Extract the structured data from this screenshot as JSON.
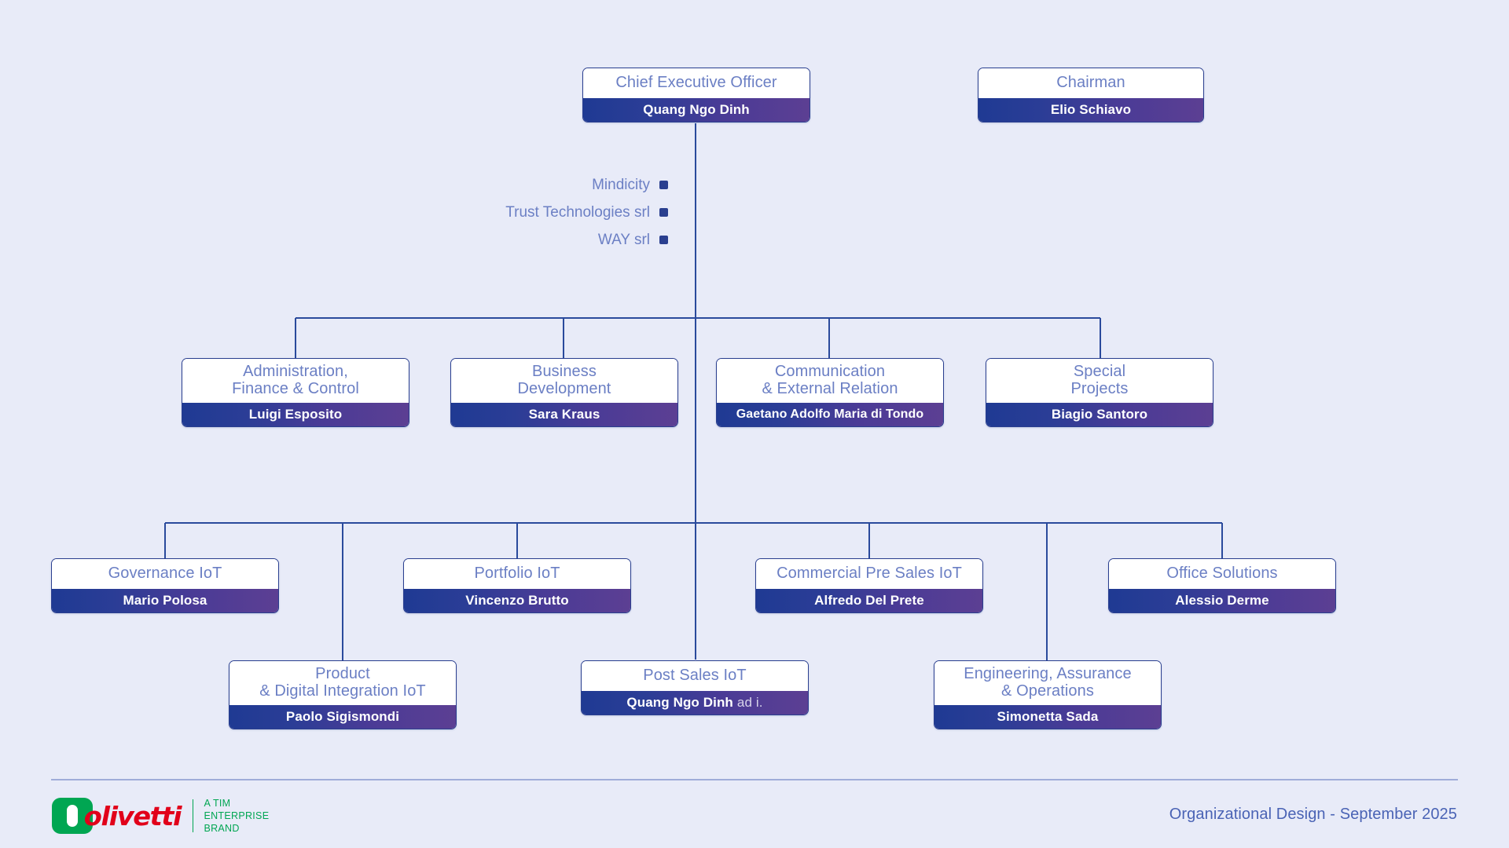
{
  "page": {
    "background": "#e8ebf8",
    "accent_navy": "#2a3f8f",
    "title_text_color": "#6b7fc4",
    "band_gradient_start": "#1f3a93",
    "band_gradient_end": "#5c3f93"
  },
  "chart_data": {
    "type": "diagram",
    "diagram_kind": "organizational-chart",
    "title": "Organizational Design - September 2025",
    "levels": 4,
    "nodes": [
      {
        "id": "ceo",
        "title": "Chief  Executive Officer",
        "name": "Quang Ngo Dinh",
        "level": 1,
        "parent": null
      },
      {
        "id": "chairman",
        "title": "Chairman",
        "name": "Elio Schiavo",
        "level": 1,
        "parent": null
      },
      {
        "id": "afc",
        "title": "Administration,\n Finance & Control",
        "name": "Luigi Esposito",
        "level": 2,
        "parent": "ceo"
      },
      {
        "id": "bizdev",
        "title": "Business\n Development",
        "name": "Sara Kraus",
        "level": 2,
        "parent": "ceo"
      },
      {
        "id": "comm",
        "title": "Communication\n & External Relation",
        "name": "Gaetano Adolfo Maria di Tondo",
        "level": 2,
        "parent": "ceo"
      },
      {
        "id": "special",
        "title": "Special\n Projects",
        "name": "Biagio Santoro",
        "level": 2,
        "parent": "ceo"
      },
      {
        "id": "goviot",
        "title": "Governance IoT",
        "name": "Mario Polosa",
        "level": 3,
        "parent": "ceo"
      },
      {
        "id": "portfolio",
        "title": "Portfolio IoT",
        "name": "Vincenzo Brutto",
        "level": 3,
        "parent": "ceo"
      },
      {
        "id": "presales",
        "title": "Commercial Pre Sales IoT",
        "name": "Alfredo Del Prete",
        "level": 3,
        "parent": "ceo"
      },
      {
        "id": "office",
        "title": "Office Solutions",
        "name": "Alessio Derme",
        "level": 3,
        "parent": "ceo"
      },
      {
        "id": "product",
        "title": "Product\n & Digital Integration IoT",
        "name": "Paolo Sigismondi",
        "level": 4,
        "parent": "ceo"
      },
      {
        "id": "postsales",
        "title": "Post Sales IoT",
        "name": "Quang Ngo Dinh",
        "name_suffix": "ad i.",
        "level": 4,
        "parent": "ceo"
      },
      {
        "id": "engineering",
        "title": "Engineering, Assurance\n & Operations",
        "name": "Simonetta Sada",
        "level": 4,
        "parent": "ceo"
      }
    ],
    "subsidiaries": [
      "Mindicity",
      "Trust Technologies srl",
      "WAY srl"
    ]
  },
  "ceo": {
    "title": "Chief  Executive Officer",
    "name": "Quang Ngo Dinh"
  },
  "chairman": {
    "title": "Chairman",
    "name": "Elio Schiavo"
  },
  "subsidiaries": {
    "items": [
      {
        "label": "Mindicity"
      },
      {
        "label": "Trust Technologies srl"
      },
      {
        "label": "WAY srl"
      }
    ]
  },
  "level2": {
    "items": [
      {
        "title": "Administration,\n Finance & Control",
        "name": "Luigi Esposito"
      },
      {
        "title": "Business\n Development",
        "name": "Sara Kraus"
      },
      {
        "title": "Communication\n & External Relation",
        "name": "Gaetano Adolfo Maria di Tondo"
      },
      {
        "title": "Special\n Projects",
        "name": "Biagio Santoro"
      }
    ]
  },
  "level3": {
    "items": [
      {
        "title": "Governance IoT",
        "name": "Mario Polosa"
      },
      {
        "title": "Portfolio IoT",
        "name": "Vincenzo Brutto"
      },
      {
        "title": "Commercial Pre Sales IoT",
        "name": "Alfredo Del Prete"
      },
      {
        "title": "Office Solutions",
        "name": "Alessio Derme"
      }
    ]
  },
  "level4": {
    "items": [
      {
        "title": "Product\n & Digital Integration IoT",
        "name": "Paolo Sigismondi",
        "suffix": ""
      },
      {
        "title": "Post Sales IoT",
        "name": "Quang Ngo Dinh",
        "suffix": "ad i."
      },
      {
        "title": "Engineering, Assurance\n & Operations",
        "name": "Simonetta Sada",
        "suffix": ""
      }
    ]
  },
  "footer": {
    "logo_word": "olivetti",
    "logo_tagline": "A TIM\nENTERPRISE\nBRAND",
    "caption": "Organizational Design - September 2025"
  }
}
